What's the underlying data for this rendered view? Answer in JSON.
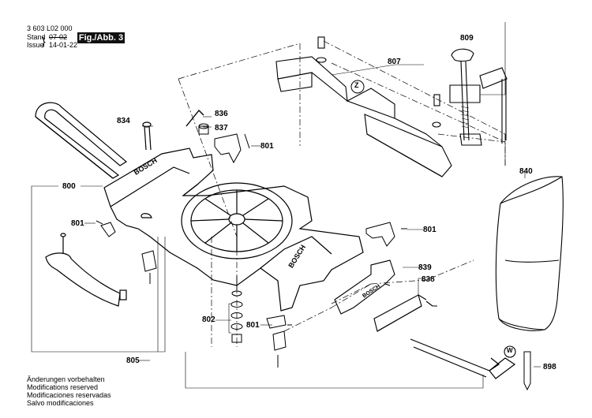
{
  "header": {
    "doc_number": "3 603 L02 000",
    "stand_label": "Stand",
    "stand_date_old": "07-02",
    "issue_label": "Issue",
    "issue_date": "14-01-22",
    "figure_tag": "Fig./Abb. 3"
  },
  "part_labels": {
    "p809": "809",
    "p807": "807",
    "p836": "836",
    "p834": "834",
    "p837": "837",
    "p801_top": "801",
    "p840": "840",
    "p800": "800",
    "p801_left": "801",
    "p801_right": "801",
    "p839": "839",
    "p838": "838",
    "p802": "802",
    "p801_bottom": "801",
    "p805": "805",
    "p898": "898"
  },
  "markers": {
    "z": "Z",
    "w": "W"
  },
  "brand_text": "BOSCH",
  "notes": [
    "Änderungen vorbehalten",
    "Modifications reserved",
    "Modificaciones reservadas",
    "Salvo modificaciones"
  ]
}
